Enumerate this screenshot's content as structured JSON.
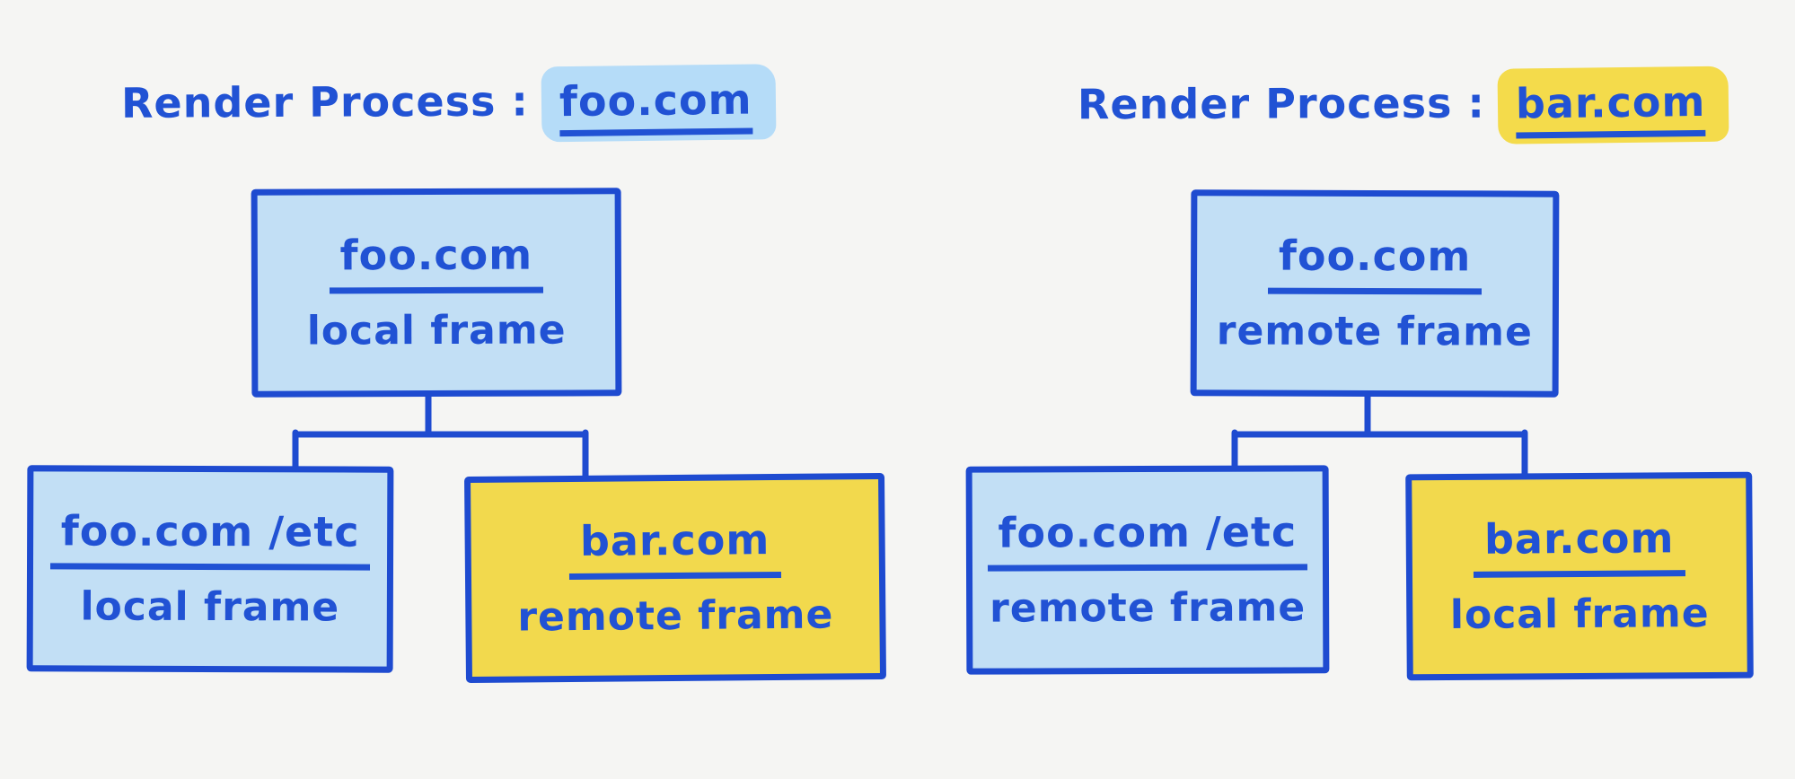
{
  "colors": {
    "background": "#F5F5F3",
    "ink_blue": "#2152D4",
    "box_border_blue": "#1E4BD0",
    "local_blue_fill": "#C2DFF5",
    "remote_yellow_fill": "#F2D94D",
    "foo_highlight_blue": "#B5DCF8",
    "bar_highlight_yellow": "#F4DB4B"
  },
  "diagrams": [
    {
      "title": {
        "prefix": "Render Process :",
        "domain": "foo.com"
      },
      "root": {
        "domain": "foo.com",
        "frame_type": "local frame"
      },
      "children": [
        {
          "domain": "foo.com /etc",
          "frame_type": "local frame"
        },
        {
          "domain": "bar.com",
          "frame_type": "remote frame"
        }
      ]
    },
    {
      "title": {
        "prefix": "Render Process :",
        "domain": "bar.com"
      },
      "root": {
        "domain": "foo.com",
        "frame_type": "remote frame"
      },
      "children": [
        {
          "domain": "foo.com /etc",
          "frame_type": "remote frame"
        },
        {
          "domain": "bar.com",
          "frame_type": "local frame"
        }
      ]
    }
  ]
}
